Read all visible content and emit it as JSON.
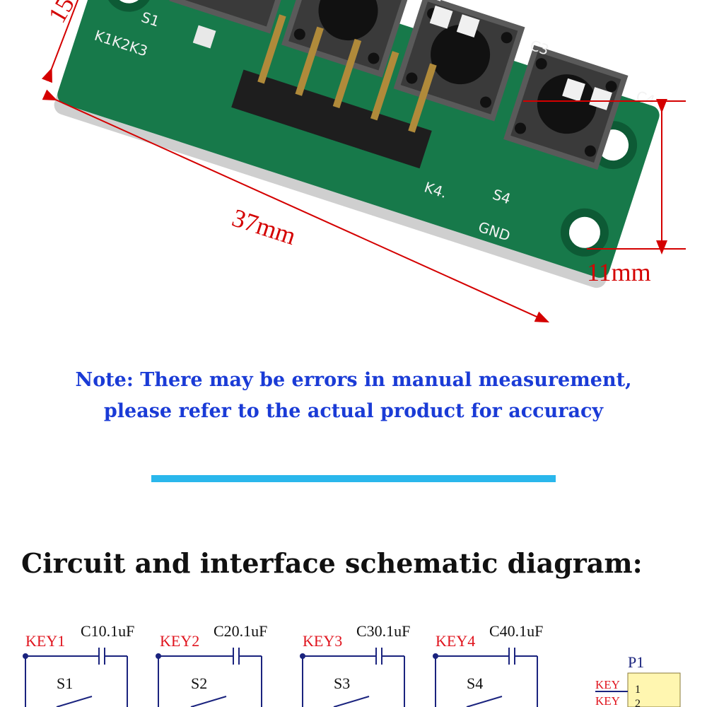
{
  "photo": {
    "dim_length": "37mm",
    "dim_height": "11mm",
    "dim_width_partial": "15",
    "silk_left": "K1K2K3",
    "silk_s1": "S1",
    "silk_c1": "C1",
    "silk_c3": "C3",
    "silk_c4": "C4",
    "silk_k4": "K4.",
    "silk_s4": "S4",
    "silk_gnd": "GND"
  },
  "note": {
    "line1": "Note: There may be errors in manual measurement,",
    "line2": "please refer to the actual product for accuracy"
  },
  "heading": "Circuit and interface schematic diagram:",
  "schematic": {
    "keys": [
      {
        "net": "KEY1",
        "cap": "C10.1uF",
        "switch": "S1"
      },
      {
        "net": "KEY2",
        "cap": "C20.1uF",
        "switch": "S2"
      },
      {
        "net": "KEY3",
        "cap": "C30.1uF",
        "switch": "S3"
      },
      {
        "net": "KEY4",
        "cap": "C40.1uF",
        "switch": "S4"
      }
    ],
    "connector": {
      "name": "P1",
      "pins": [
        {
          "label": "KEY",
          "number": "1"
        },
        {
          "label": "KEY",
          "number": "2"
        }
      ]
    }
  },
  "colors": {
    "pcb": "#17794a",
    "dimension": "#d40000",
    "note": "#1a3bd6",
    "divider": "#2ab7ec",
    "net_label": "#e0141e",
    "wire": "#1a237e"
  }
}
